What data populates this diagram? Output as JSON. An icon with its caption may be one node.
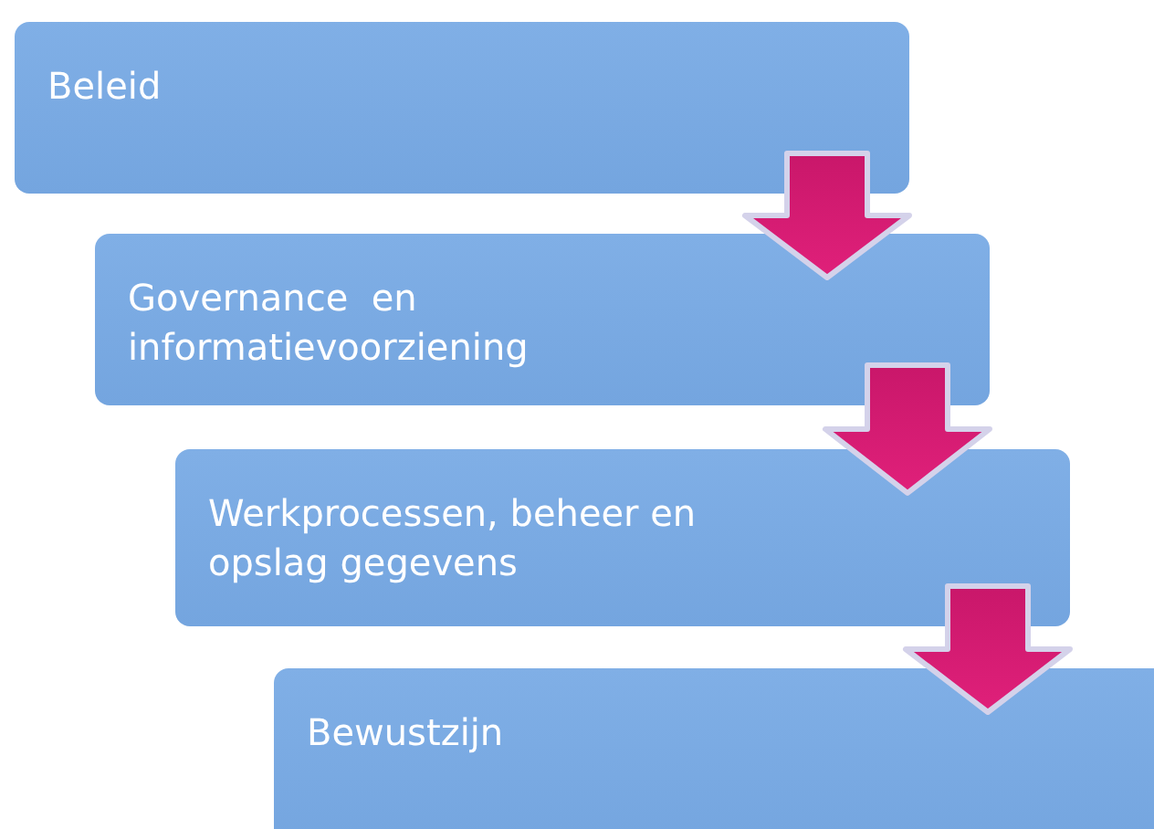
{
  "diagram": {
    "nodes": [
      {
        "text": [
          "Beleid"
        ]
      },
      {
        "text": [
          "Governance  en informatievoorziening"
        ]
      },
      {
        "text": [
          "Werkprocessen, beheer en opslag gegevens"
        ]
      },
      {
        "text": [
          "Bewustzijn"
        ]
      }
    ],
    "edges": [
      {
        "from": 0,
        "to": 1,
        "arrow": "to"
      },
      {
        "from": 1,
        "to": 2,
        "arrow": "to"
      },
      {
        "from": 2,
        "to": 3,
        "arrow": "to"
      }
    ]
  }
}
